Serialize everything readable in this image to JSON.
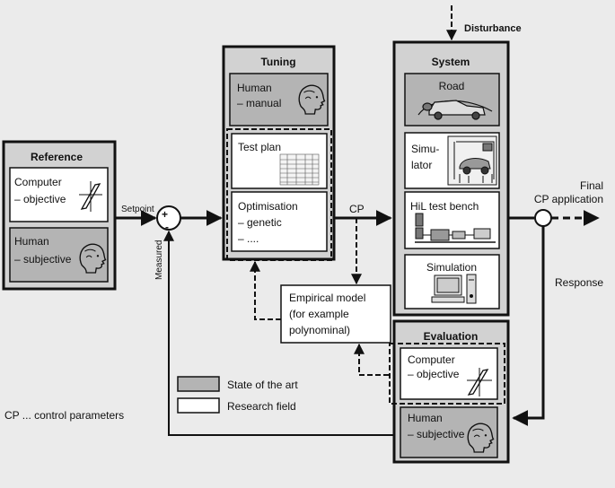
{
  "colors": {
    "background": "#ebebeb",
    "state_of_art": "#b4b4b4",
    "research": "#ffffff",
    "line": "#111111"
  },
  "reference": {
    "title": "Reference",
    "computer_l1": "Computer",
    "computer_l2": "– objective",
    "human_l1": "Human",
    "human_l2": "– subjective"
  },
  "labels": {
    "setpoint": "Setpoint",
    "plus": "+",
    "minus": "-",
    "measured": "Measured",
    "cp": "CP",
    "disturbance": "Disturbance",
    "final_l1": "Final",
    "final_l2": "CP application",
    "response": "Response"
  },
  "tuning": {
    "title": "Tuning",
    "human_l1": "Human",
    "human_l2": "– manual",
    "testplan": "Test plan",
    "opt_l1": "Optimisation",
    "opt_l2": "– genetic",
    "opt_l3": "– ...."
  },
  "system": {
    "title": "System",
    "road": "Road",
    "sim_l1": "Simu-",
    "sim_l2": "lator",
    "hil": "HiL test bench",
    "simulation": "Simulation"
  },
  "empirical": {
    "l1": "Empirical model",
    "l2": "(for example",
    "l3": "polynominal)"
  },
  "evaluation": {
    "title": "Evaluation",
    "computer_l1": "Computer",
    "computer_l2": "– objective",
    "human_l1": "Human",
    "human_l2": "– subjective"
  },
  "legend": {
    "state": "State of the art",
    "research": "Research field"
  },
  "footnote": "CP ... control parameters"
}
